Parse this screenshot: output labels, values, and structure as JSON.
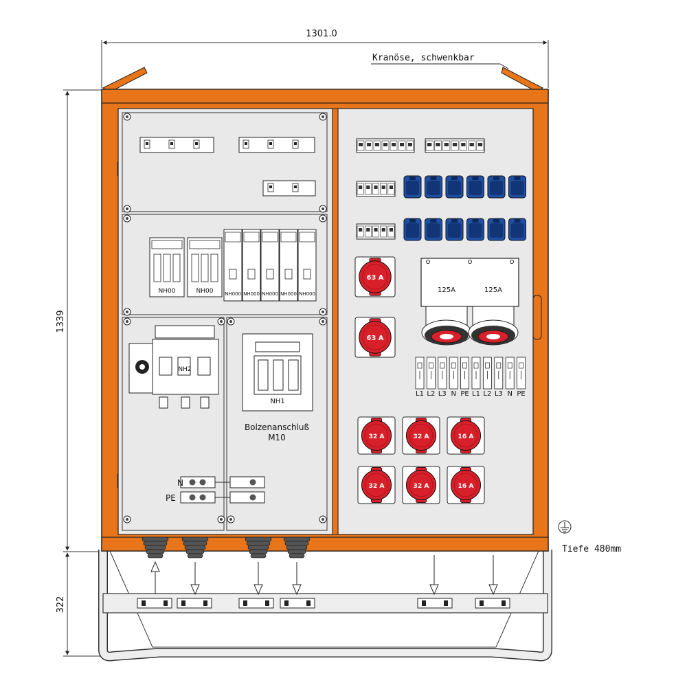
{
  "dimensions": {
    "width_label": "1301.0",
    "height_label": "1339",
    "base_label": "322",
    "depth_label": "Tiefe 480mm"
  },
  "annotations": {
    "crane_eye": "Kranöse, schwenkbar",
    "bolt_connection_line1": "Bolzenanschluß",
    "bolt_connection_line2": "M10",
    "nh1": "NH1",
    "nh2": "NH2",
    "n_label": "N",
    "pe_label": "PE"
  },
  "fuse_blocks": {
    "large": [
      "NH00",
      "NH00"
    ],
    "small": [
      "NH000",
      "NH000",
      "NH000",
      "NH000",
      "NH000"
    ]
  },
  "cee_sockets": {
    "large_63": [
      "63 A",
      "63 A"
    ],
    "row1": [
      "32 A",
      "32 A",
      "16 A"
    ],
    "row2": [
      "32 A",
      "32 A",
      "16 A"
    ],
    "big_sockets": [
      "125A",
      "125A"
    ]
  },
  "terminal_labels": [
    "L1",
    "L2",
    "L3",
    "N",
    "PE",
    "L1",
    "L2",
    "L3",
    "N",
    "PE"
  ],
  "colors": {
    "housing": "#e8751a",
    "housing_dark": "#b85510",
    "panel": "#e9e9ea",
    "socket_red": "#d8202a",
    "socket_blue": "#1f4fa3",
    "socket_blue_dark": "#123577",
    "line": "#222222",
    "skid": "#eeeeee"
  }
}
